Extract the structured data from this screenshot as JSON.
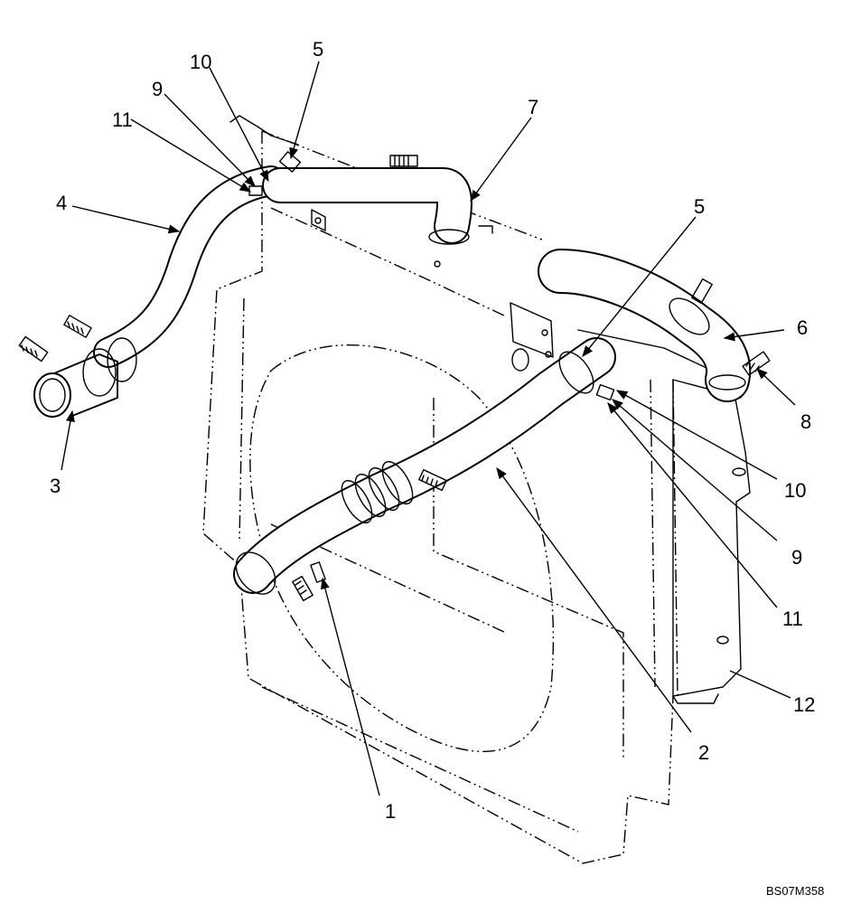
{
  "callouts": {
    "c1": "1",
    "c2": "2",
    "c3": "3",
    "c4": "4",
    "c5a": "5",
    "c5b": "5",
    "c6": "6",
    "c7": "7",
    "c8": "8",
    "c9a": "9",
    "c9b": "9",
    "c10a": "10",
    "c10b": "10",
    "c11a": "11",
    "c11b": "11",
    "c12": "12"
  },
  "reference_code": "BS07M358"
}
